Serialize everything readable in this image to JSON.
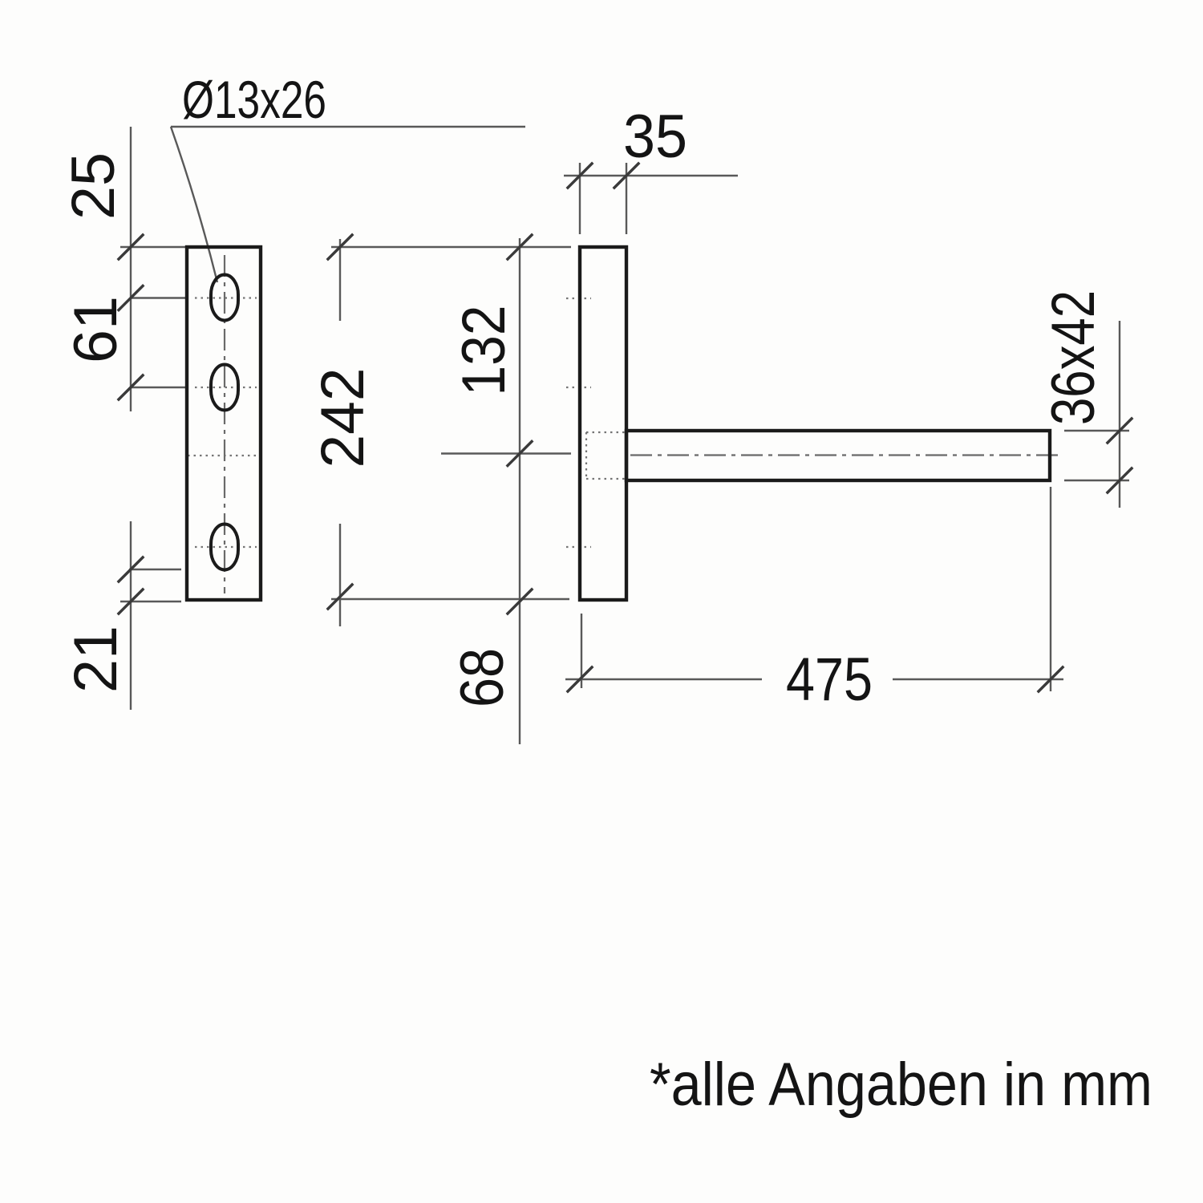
{
  "drawing": {
    "note": "*alle Angaben in mm",
    "hole_callout": "Ø13x26",
    "dimensions": {
      "top_offset": "25",
      "hole_spacing": "61",
      "bottom_offset": "21",
      "plate_height": "242",
      "rod_axis_from_top": "132",
      "rod_axis_from_bottom": "68",
      "plate_thickness": "35",
      "rod_section": "36x42",
      "rod_length": "475"
    },
    "colors": {
      "background": "#fdfdfc",
      "object_line": "#1b1b1b",
      "dimension_line": "#595959",
      "hidden_line": "#757575",
      "text": "#141414"
    }
  }
}
